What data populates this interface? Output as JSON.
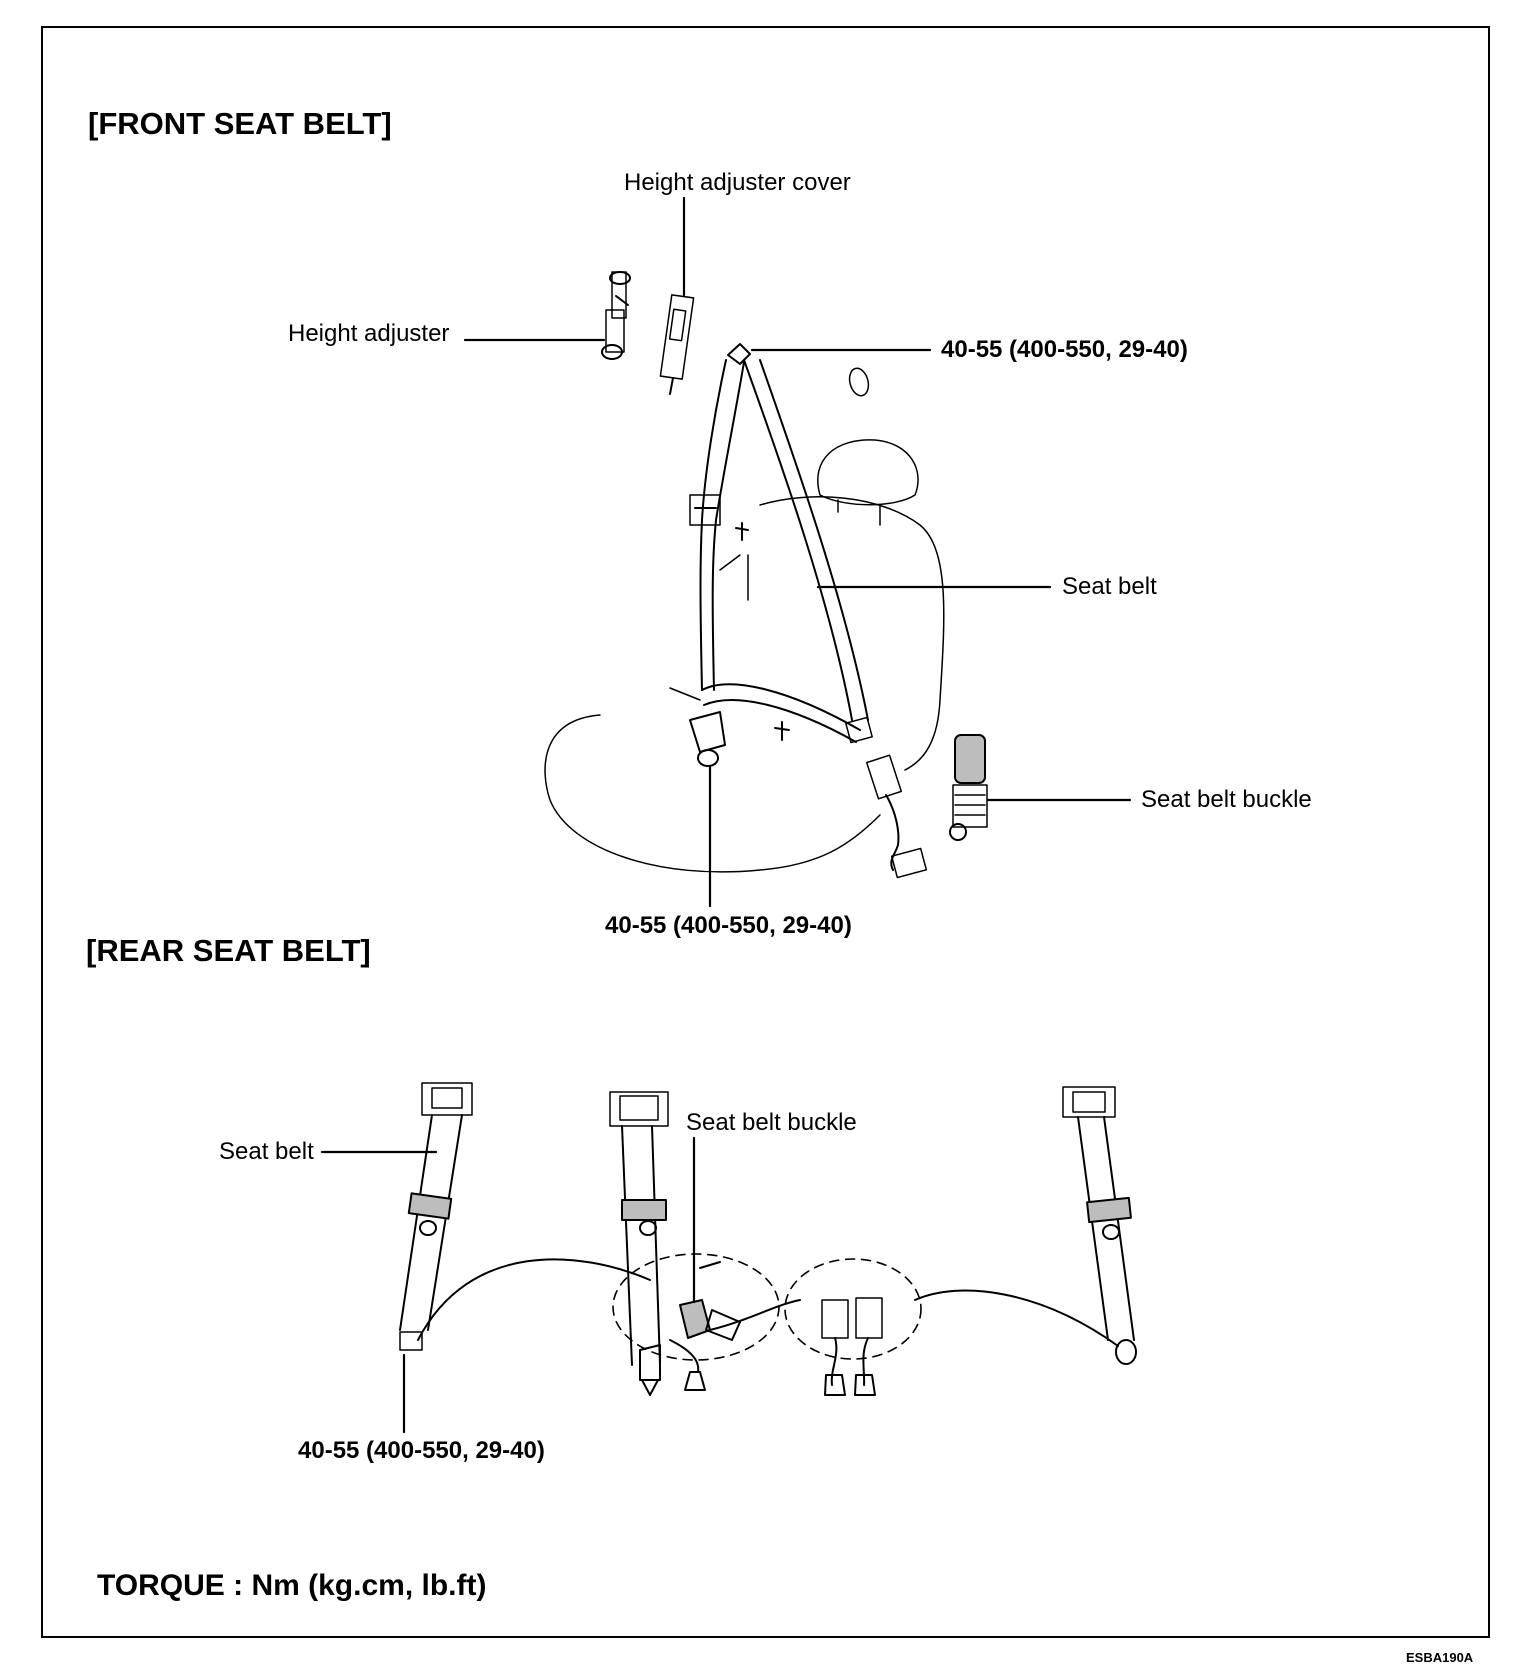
{
  "front": {
    "title": "[FRONT SEAT BELT]",
    "labels": {
      "height_adjuster_cover": "Height adjuster cover",
      "height_adjuster": "Height adjuster",
      "torque_upper": "40-55 (400-550, 29-40)",
      "seat_belt": "Seat belt",
      "seat_belt_buckle": "Seat belt buckle",
      "torque_lower": "40-55 (400-550, 29-40)"
    }
  },
  "rear": {
    "title": "[REAR SEAT BELT]",
    "labels": {
      "seat_belt": "Seat belt",
      "seat_belt_buckle": "Seat belt buckle",
      "torque": "40-55 (400-550, 29-40)"
    }
  },
  "legend": {
    "torque_units": "TORQUE : Nm (kg.cm, lb.ft)"
  },
  "figure_code": "ESBA190A"
}
